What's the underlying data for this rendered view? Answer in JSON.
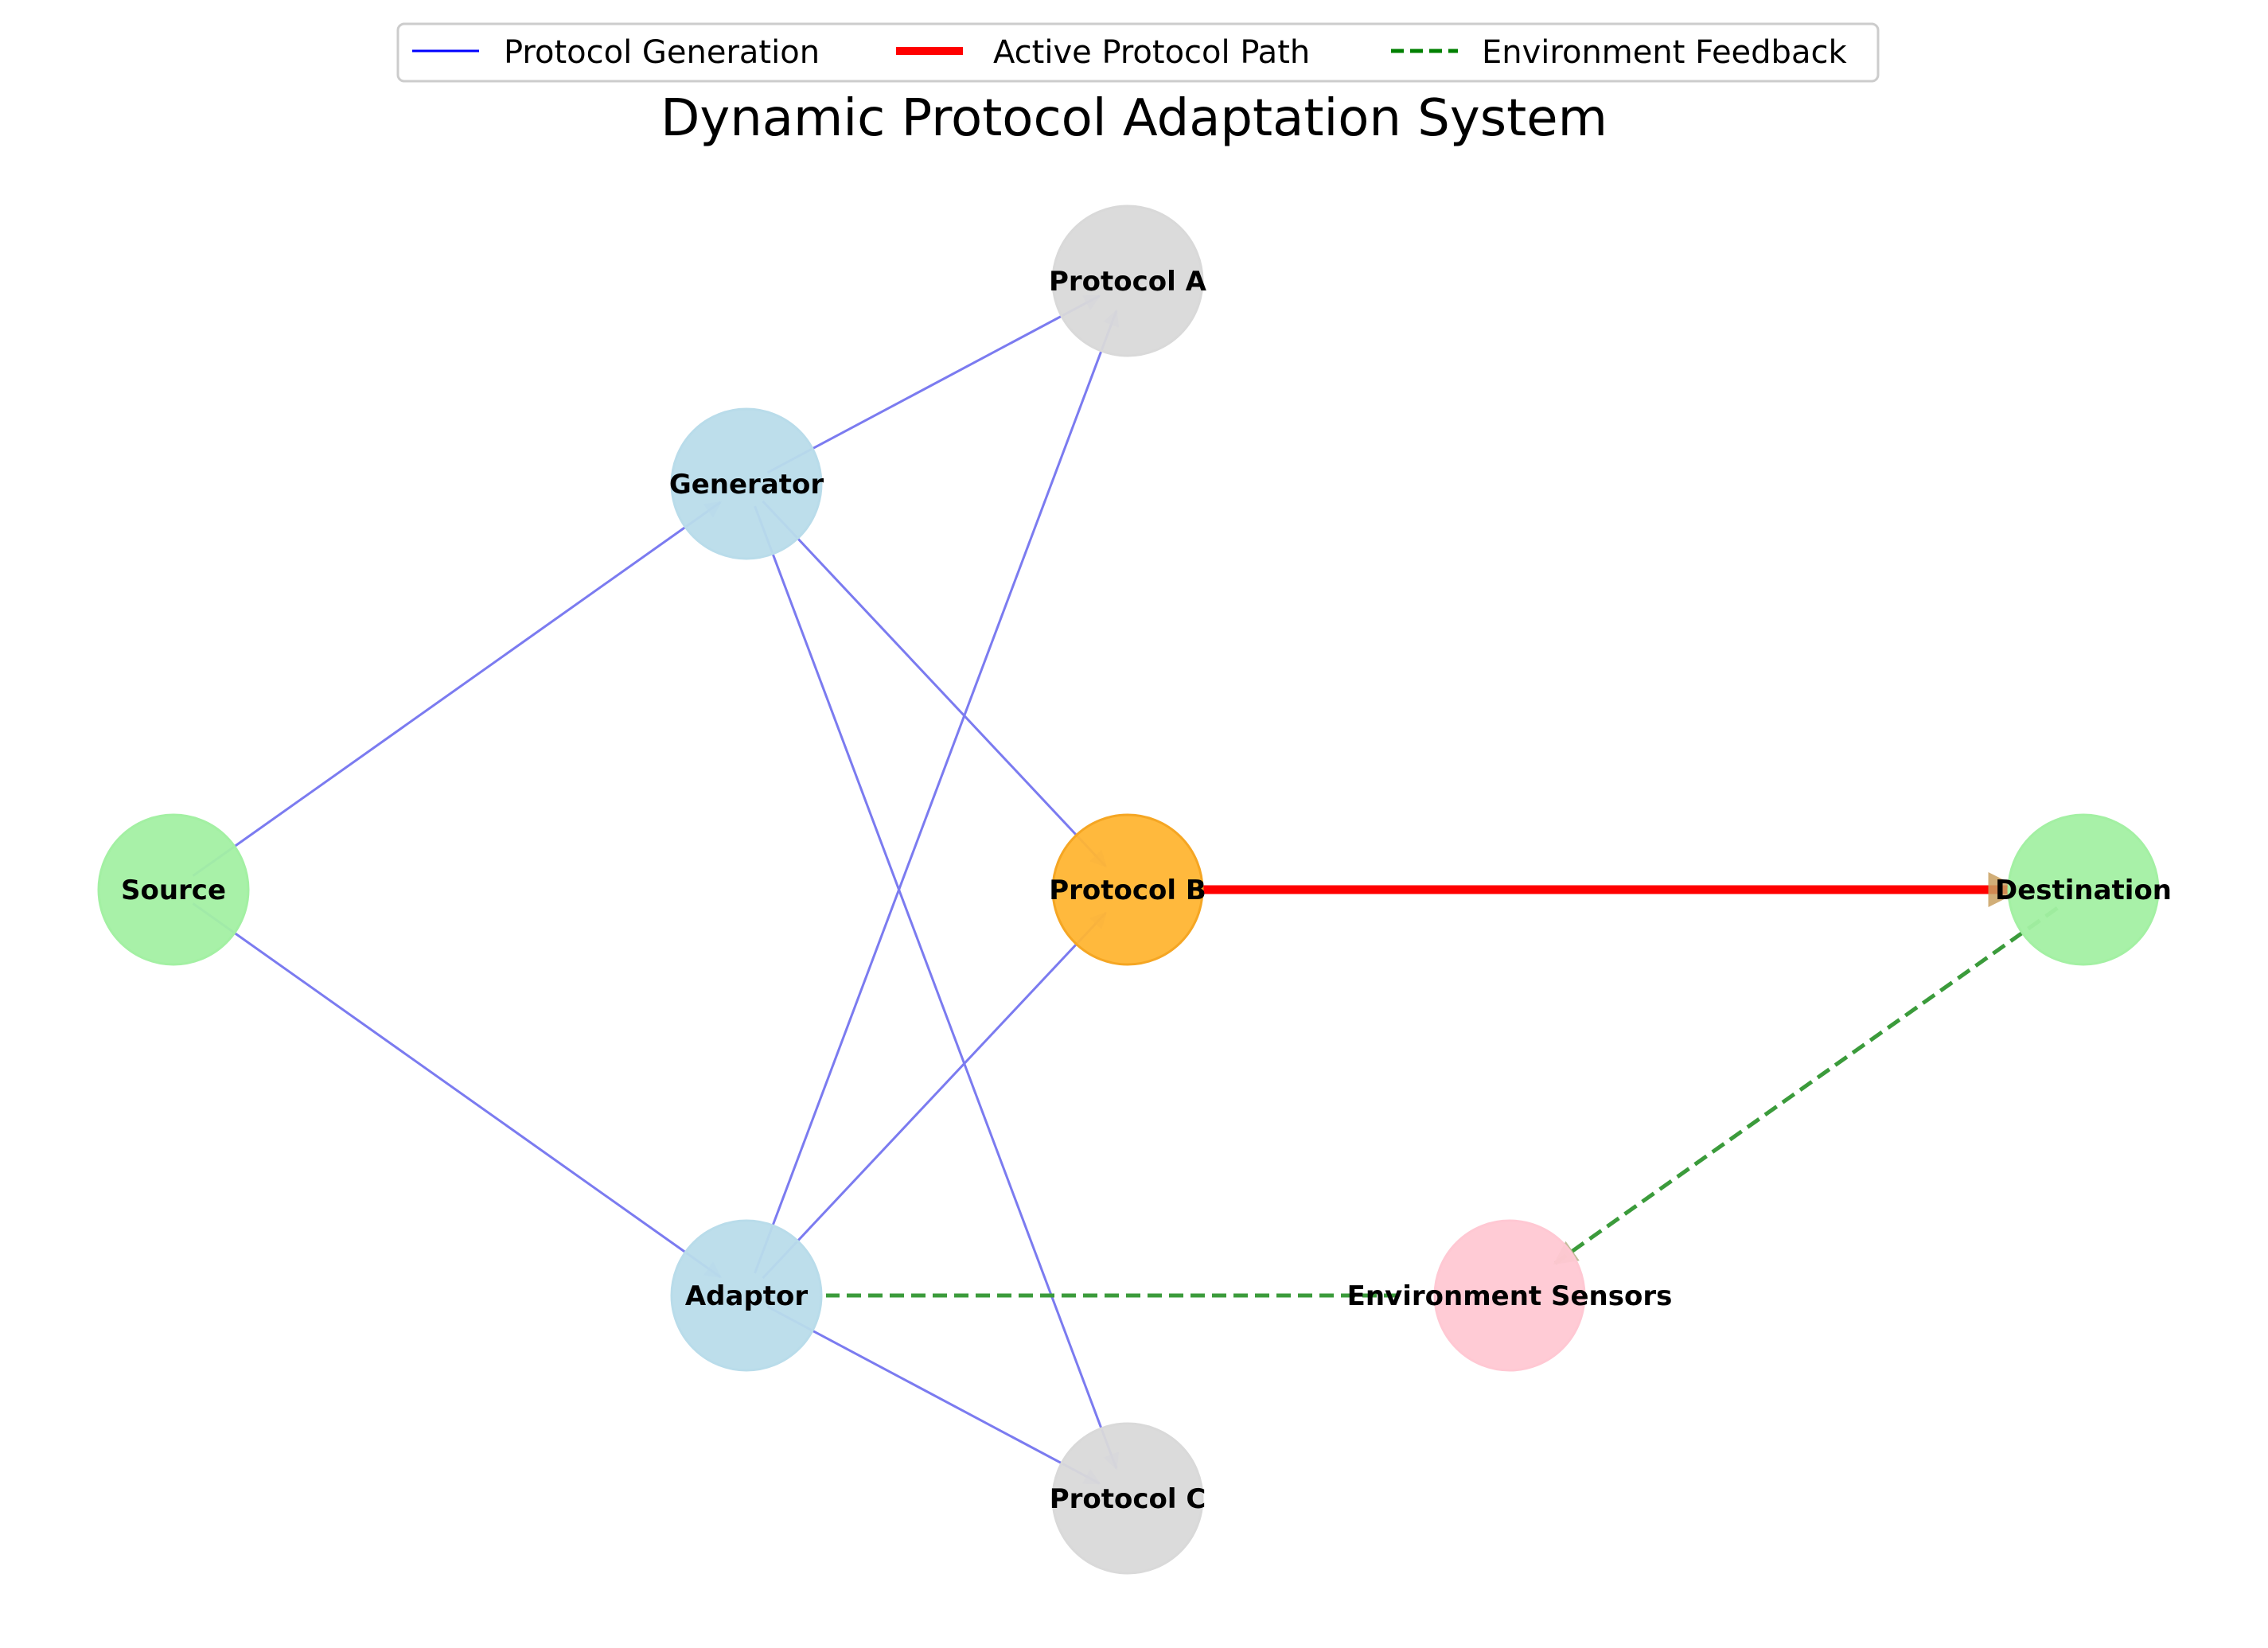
{
  "title": "Dynamic Protocol Adaptation System",
  "legend": {
    "generation": "Protocol Generation",
    "active": "Active Protocol Path",
    "feedback": "Environment Feedback"
  },
  "colors": {
    "generation_edge": "#7b7bf0",
    "generation_legend": "#0000ff",
    "active_edge": "#ff0000",
    "feedback_edge": "#3b9b3b",
    "feedback_legend": "#008000",
    "source_node": "#a3f0a3",
    "generator_node": "#b9dcea",
    "protocol_node": "#d9d9d9",
    "active_node": "#ffb533",
    "sensor_node": "#ffc8d3"
  },
  "nodes": [
    {
      "id": "source",
      "label": "Source",
      "kind": "source_node"
    },
    {
      "id": "generator",
      "label": "Generator",
      "kind": "generator_node"
    },
    {
      "id": "adaptor",
      "label": "Adaptor",
      "kind": "generator_node"
    },
    {
      "id": "protocol_a",
      "label": "Protocol A",
      "kind": "protocol_node"
    },
    {
      "id": "protocol_b",
      "label": "Protocol B",
      "kind": "active_node"
    },
    {
      "id": "protocol_c",
      "label": "Protocol C",
      "kind": "protocol_node"
    },
    {
      "id": "destination",
      "label": "Destination",
      "kind": "source_node"
    },
    {
      "id": "sensors",
      "label": "Environment Sensors",
      "kind": "sensor_node"
    }
  ],
  "edges": [
    {
      "from": "source",
      "to": "generator",
      "type": "generation"
    },
    {
      "from": "source",
      "to": "adaptor",
      "type": "generation"
    },
    {
      "from": "generator",
      "to": "protocol_a",
      "type": "generation"
    },
    {
      "from": "generator",
      "to": "protocol_b",
      "type": "generation"
    },
    {
      "from": "generator",
      "to": "protocol_c",
      "type": "generation"
    },
    {
      "from": "adaptor",
      "to": "protocol_a",
      "type": "generation"
    },
    {
      "from": "adaptor",
      "to": "protocol_b",
      "type": "generation"
    },
    {
      "from": "adaptor",
      "to": "protocol_c",
      "type": "generation"
    },
    {
      "from": "protocol_b",
      "to": "destination",
      "type": "active"
    },
    {
      "from": "destination",
      "to": "sensors",
      "type": "feedback"
    },
    {
      "from": "sensors",
      "to": "adaptor",
      "type": "feedback"
    }
  ]
}
